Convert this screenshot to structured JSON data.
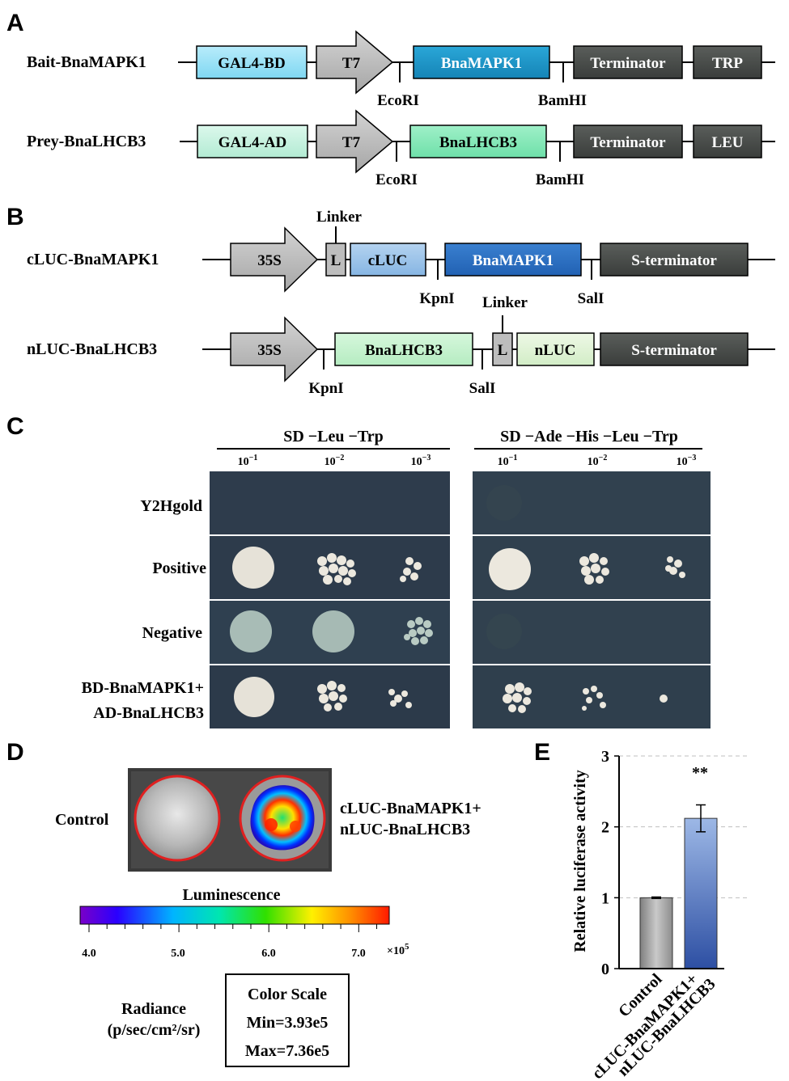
{
  "panels": {
    "a": "A",
    "b": "B",
    "c": "C",
    "d": "D",
    "e": "E"
  },
  "panel_a": {
    "rows": [
      {
        "name": "Bait-BnaMAPK1",
        "boxes": [
          "GAL4-BD",
          "T7",
          "BnaMAPK1",
          "Terminator",
          "TRP"
        ],
        "sites": [
          "EcoRI",
          "BamHI"
        ]
      },
      {
        "name": "Prey-BnaLHCB3",
        "boxes": [
          "GAL4-AD",
          "T7",
          "BnaLHCB3",
          "Terminator",
          "LEU"
        ],
        "sites": [
          "EcoRI",
          "BamHI"
        ]
      }
    ]
  },
  "panel_b": {
    "rows": [
      {
        "name": "cLUC-BnaMAPK1",
        "boxes": [
          "35S",
          "L",
          "cLUC",
          "BnaMAPK1",
          "S-terminator"
        ],
        "sites": [
          "KpnI",
          "SalI"
        ],
        "linker": "Linker"
      },
      {
        "name": "nLUC-BnaLHCB3",
        "boxes": [
          "35S",
          "BnaLHCB3",
          "L",
          "nLUC",
          "S-terminator"
        ],
        "sites": [
          "KpnI",
          "SalI"
        ],
        "linker": "Linker"
      }
    ]
  },
  "panel_c": {
    "media": [
      "SD −Leu −Trp",
      "SD −Ade −His −Leu −Trp"
    ],
    "dilutions": [
      "10",
      "10",
      "10"
    ],
    "dilution_exp": [
      "−1",
      "−2",
      "−3"
    ],
    "rows": [
      "Y2Hgold",
      "Positive",
      "Negative",
      "BD-BnaMAPK1+",
      "AD-BnaLHCB3"
    ],
    "plate_bg": "#2b3a4a"
  },
  "panel_d": {
    "control": "Control",
    "sample_line1": "cLUC-BnaMAPK1+",
    "sample_line2": "nLUC-BnaLHCB3",
    "luminescence": "Luminescence",
    "ticks": [
      "4.0",
      "5.0",
      "6.0",
      "7.0"
    ],
    "exp": "×10",
    "exp_sup": "5",
    "radiance_line1": "Radiance",
    "radiance_line2": "(p/sec/cm²/sr)",
    "scale_title": "Color Scale",
    "scale_min": "Min=3.93e5",
    "scale_max": "Max=7.36e5"
  },
  "chart_data": {
    "type": "bar",
    "categories": [
      "Control",
      "cLUC-BnaMAPK1+nLUC-BnaLHCB3"
    ],
    "category_lines": [
      [
        "Control"
      ],
      [
        "cLUC-BnaMAPK1+",
        "nLUC-BnaLHCB3"
      ]
    ],
    "values": [
      1.0,
      2.12
    ],
    "errors": [
      0.01,
      0.19
    ],
    "ylabel": "Relative luciferase activity",
    "ylim": [
      0,
      3
    ],
    "yticks": [
      "0",
      "1",
      "2",
      "3"
    ],
    "annotation": "**",
    "colors": [
      "#9a9a9a",
      "#3f5fae"
    ]
  }
}
